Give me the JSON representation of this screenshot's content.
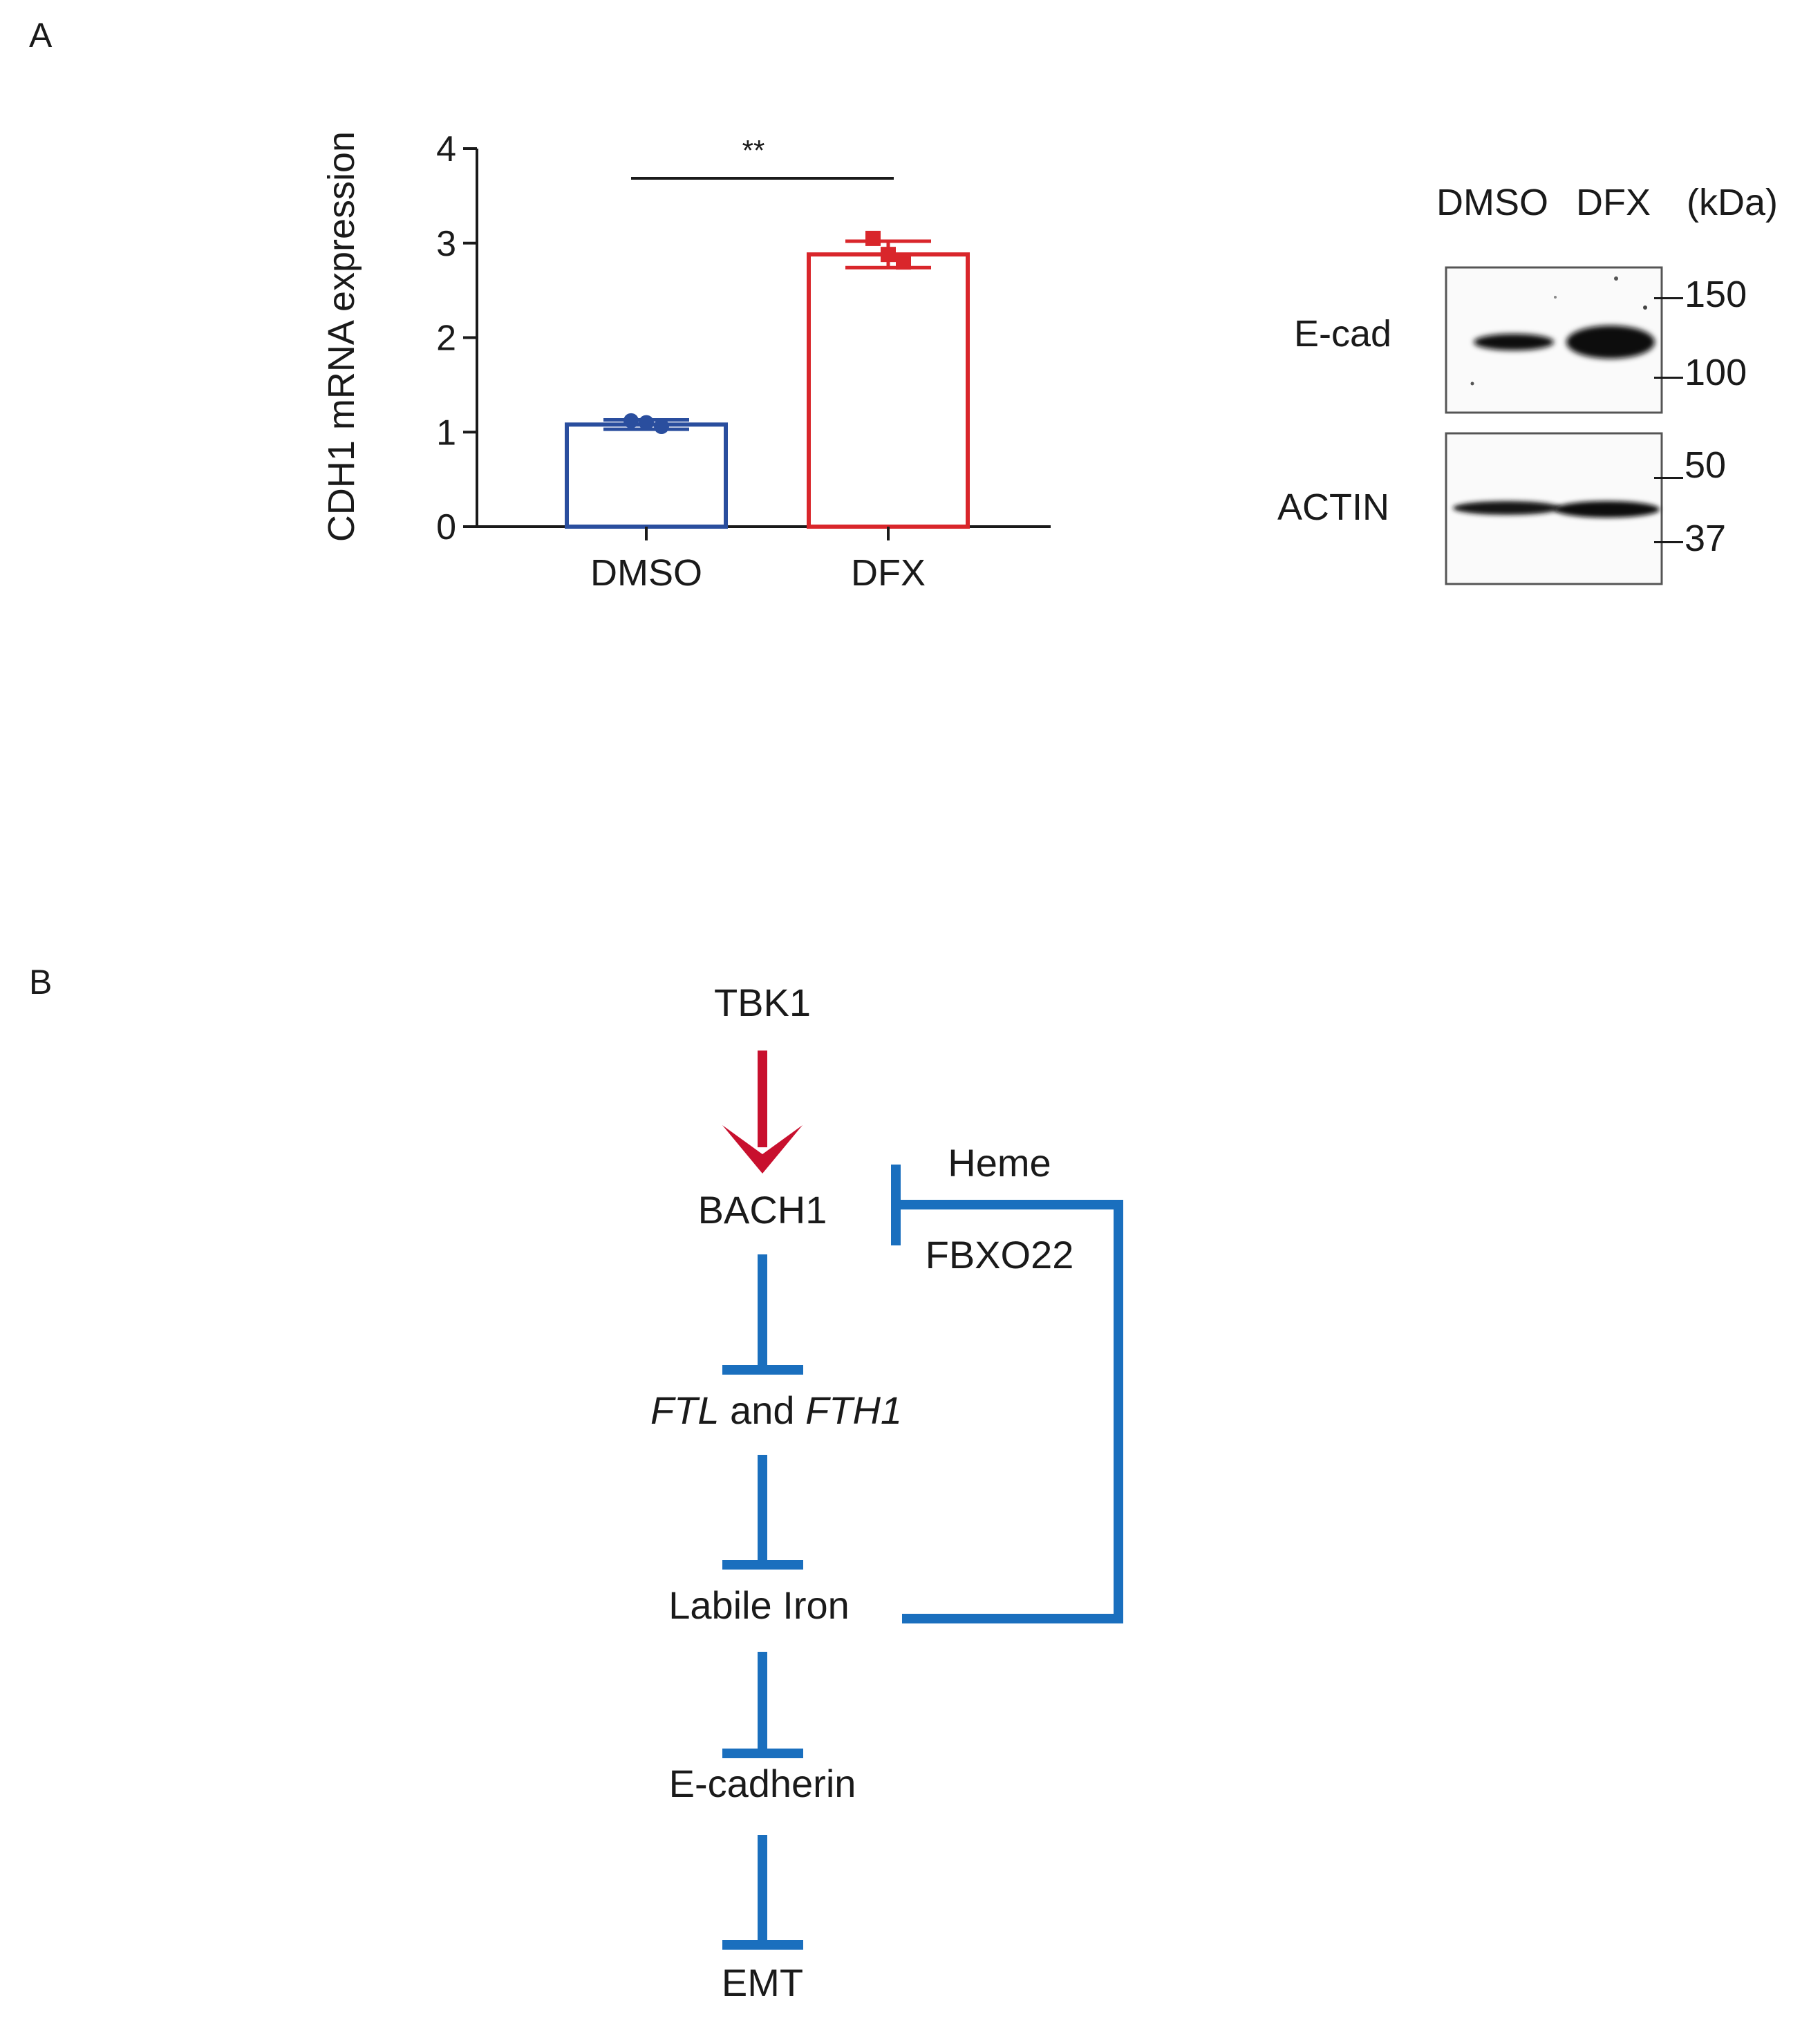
{
  "panel_a": {
    "label": "A",
    "chart_data": {
      "type": "bar",
      "categories": [
        "DMSO",
        "DFX"
      ],
      "values": [
        1.08,
        2.88
      ],
      "errors": [
        0.05,
        0.14
      ],
      "points": [
        [
          1.12,
          1.1,
          1.06
        ],
        [
          3.05,
          2.88,
          2.8
        ]
      ],
      "bar_colors": [
        "#2a4e9e",
        "#d9262b"
      ],
      "ylabel": "CDH1 mRNA expression",
      "xlabel": "",
      "title": "",
      "ylim": [
        0,
        4
      ],
      "yticks": [
        0,
        1,
        2,
        3,
        4
      ],
      "significance": "**"
    },
    "blot": {
      "lane_labels": [
        "DMSO",
        "DFX"
      ],
      "unit_label": "(kDa)",
      "rows": [
        {
          "name": "E-cad",
          "markers": [
            "150",
            "100"
          ]
        },
        {
          "name": "ACTIN",
          "markers": [
            "50",
            "37"
          ]
        }
      ]
    }
  },
  "panel_b": {
    "label": "B",
    "nodes": {
      "tbk1": "TBK1",
      "bach1": "BACH1",
      "ftl": "FTL",
      "and": " and ",
      "fth1": "FTH1",
      "labile_iron": "Labile Iron",
      "ecadherin": "E-cadherin",
      "emt": "EMT"
    },
    "feedback": {
      "heme": "Heme",
      "fbxo22": "FBXO22"
    },
    "colors": {
      "activation": "#c8102e",
      "inhibition": "#1a6fbe"
    }
  }
}
